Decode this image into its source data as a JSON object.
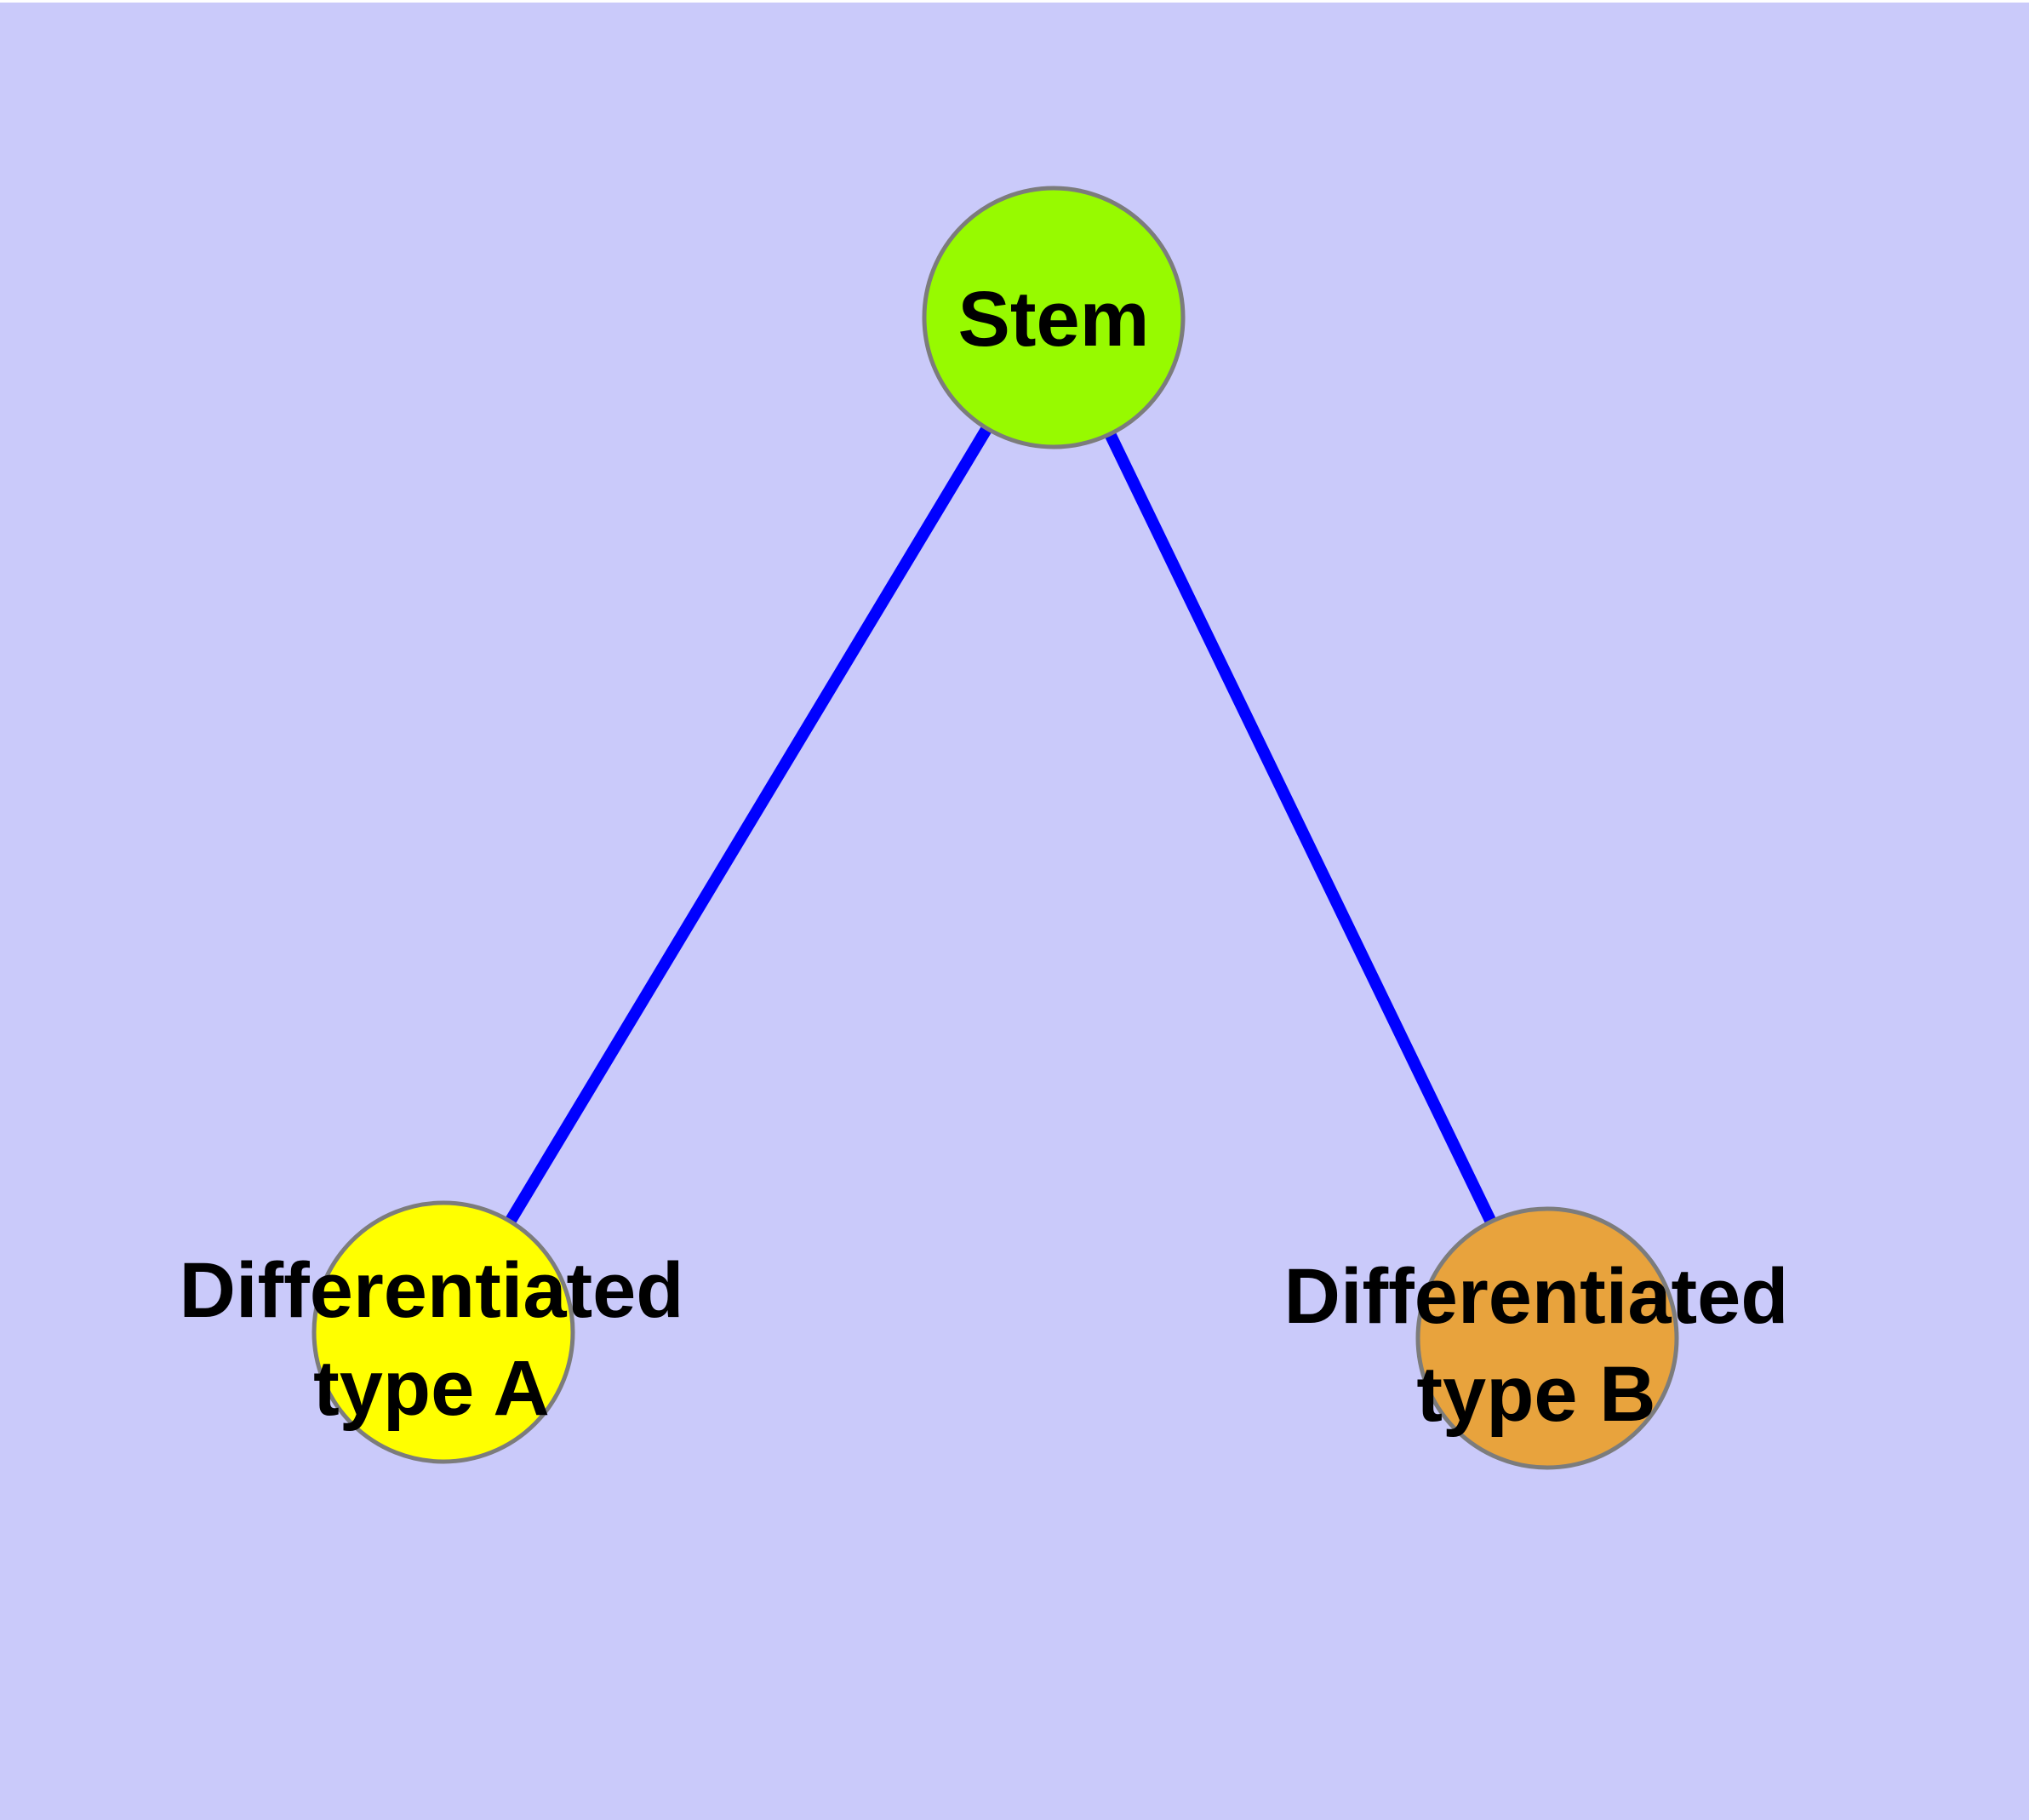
{
  "diagram": {
    "type": "node-link-graph",
    "colors": {
      "background": "#CACAFA",
      "edge": "#0000FF",
      "node_border": "#7C7C7C",
      "label_text": "#000000"
    },
    "nodes": [
      {
        "id": "stem",
        "label": "Stem",
        "color": "#97FA00"
      },
      {
        "id": "diff-a",
        "label_line1": "Differentiated",
        "label_line2": "type A",
        "color": "#FFFF00"
      },
      {
        "id": "diff-b",
        "label_line1": "Differentiated",
        "label_line2": "type B",
        "color": "#E8A33D"
      }
    ],
    "edges": [
      {
        "from": "Stem",
        "to": "Differentiated type A"
      },
      {
        "from": "Stem",
        "to": "Differentiated type B"
      }
    ]
  }
}
